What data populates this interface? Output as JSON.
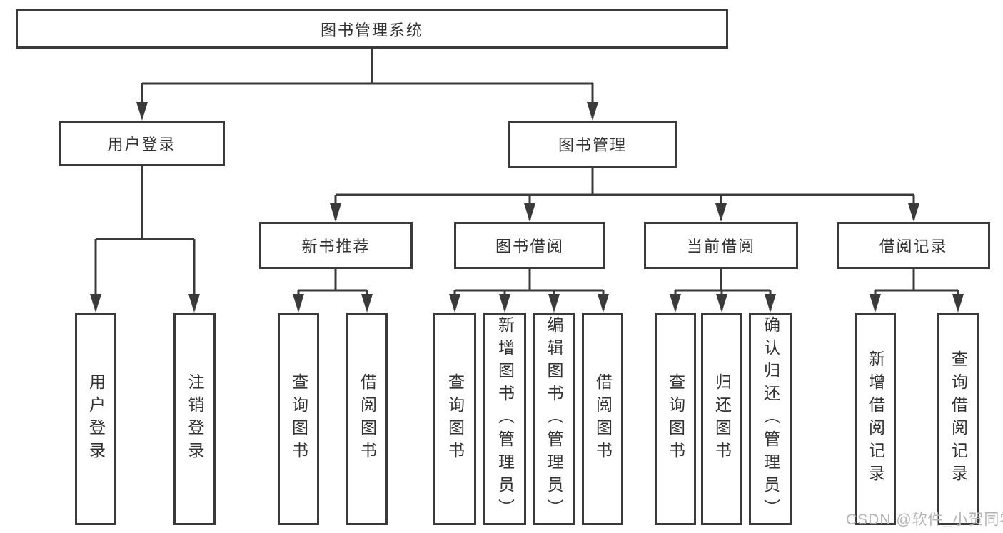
{
  "diagram": {
    "root": {
      "label": "图书管理系统"
    },
    "level2": [
      {
        "id": "user-login",
        "label": "用户登录"
      },
      {
        "id": "book-management",
        "label": "图书管理"
      }
    ],
    "level3": [
      {
        "id": "new-book-recommend",
        "label": "新书推荐"
      },
      {
        "id": "book-borrow",
        "label": "图书借阅"
      },
      {
        "id": "current-borrow",
        "label": "当前借阅"
      },
      {
        "id": "borrow-records",
        "label": "借阅记录"
      }
    ],
    "leaves": [
      {
        "id": "user-login-leaf",
        "label": "用户登录",
        "parent": "user-login"
      },
      {
        "id": "logout",
        "label": "注销登录",
        "parent": "user-login"
      },
      {
        "id": "query-books-recommend",
        "label": "查询图书",
        "parent": "new-book-recommend"
      },
      {
        "id": "borrow-books-recommend",
        "label": "借阅图书",
        "parent": "new-book-recommend"
      },
      {
        "id": "query-books-borrow",
        "label": "查询图书",
        "parent": "book-borrow"
      },
      {
        "id": "add-books-admin",
        "label": "新增图书（管理员）",
        "parent": "book-borrow"
      },
      {
        "id": "edit-books-admin",
        "label": "编辑图书（管理员）",
        "parent": "book-borrow"
      },
      {
        "id": "borrow-books-borrow",
        "label": "借阅图书",
        "parent": "book-borrow"
      },
      {
        "id": "query-books-current",
        "label": "查询图书",
        "parent": "current-borrow"
      },
      {
        "id": "return-books",
        "label": "归还图书",
        "parent": "current-borrow"
      },
      {
        "id": "confirm-return-admin",
        "label": "确认归还（管理员）",
        "parent": "current-borrow"
      },
      {
        "id": "add-borrow-record",
        "label": "新增借阅记录",
        "parent": "borrow-records"
      },
      {
        "id": "query-borrow-record",
        "label": "查询借阅记录",
        "parent": "borrow-records"
      }
    ]
  },
  "watermark": {
    "text": "CSDN @软件_小贺同学"
  },
  "colors": {
    "line": "#3a3a3a",
    "text": "#333333",
    "box_background": "#ffffff",
    "watermark": "#b4b4b4"
  }
}
